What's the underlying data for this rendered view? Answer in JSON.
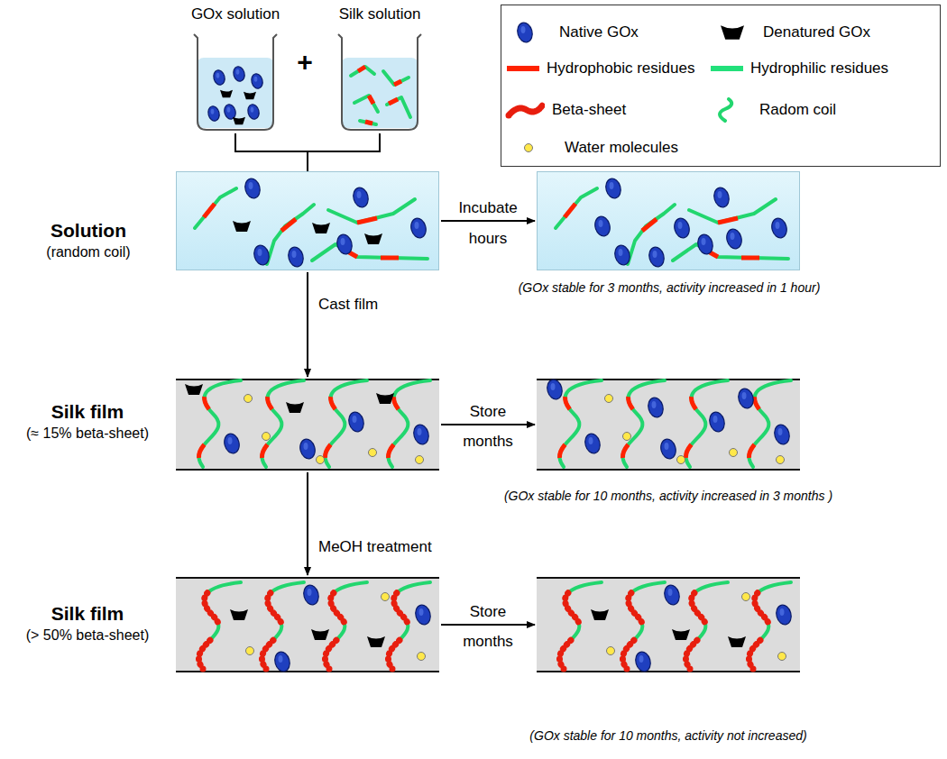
{
  "diagram": {
    "nodes": [
      {
        "text": [
          "GOx solution"
        ]
      },
      {
        "text": [
          "Silk solution"
        ]
      },
      {
        "text": [
          "Solution",
          "(random coil)"
        ]
      },
      {
        "text": [
          "(GOx stable for 3 months, activity increased in 1 hour)"
        ]
      },
      {
        "text": [
          "Silk film",
          "(≈ 15% beta-sheet)"
        ]
      },
      {
        "text": [
          "(GOx stable for 10 months, activity increased in 3 months )"
        ]
      },
      {
        "text": [
          "Silk film",
          "(> 50% beta-sheet)"
        ]
      },
      {
        "text": [
          "(GOx stable for 10 months, activity not increased)"
        ]
      }
    ],
    "edges": [
      {
        "from": 0,
        "to": 2,
        "arrow": "none"
      },
      {
        "from": 1,
        "to": 2,
        "arrow": "none"
      },
      {
        "from": 2,
        "to": 3,
        "label": "Incubate",
        "arrow": "to"
      },
      {
        "from": 2,
        "to": 4,
        "label": "Cast film",
        "arrow": "to"
      },
      {
        "from": 4,
        "to": 5,
        "label": "Store",
        "arrow": "to"
      },
      {
        "from": 4,
        "to": 6,
        "label": "MeOH treatment",
        "arrow": "to"
      },
      {
        "from": 6,
        "to": 7,
        "label": "Store",
        "arrow": "to"
      }
    ],
    "labels": [
      "+",
      "hours",
      "months",
      "months"
    ],
    "legend": [
      {
        "text": "Native GOx"
      },
      {
        "text": "Denatured GOx"
      },
      {
        "text": "Hydrophobic residues",
        "color": "#ff2200"
      },
      {
        "text": "Hydrophilic residues",
        "color": "#22e07a"
      },
      {
        "text": "Beta-sheet"
      },
      {
        "text": "Radom coil"
      },
      {
        "text": "Water molecules"
      }
    ]
  }
}
